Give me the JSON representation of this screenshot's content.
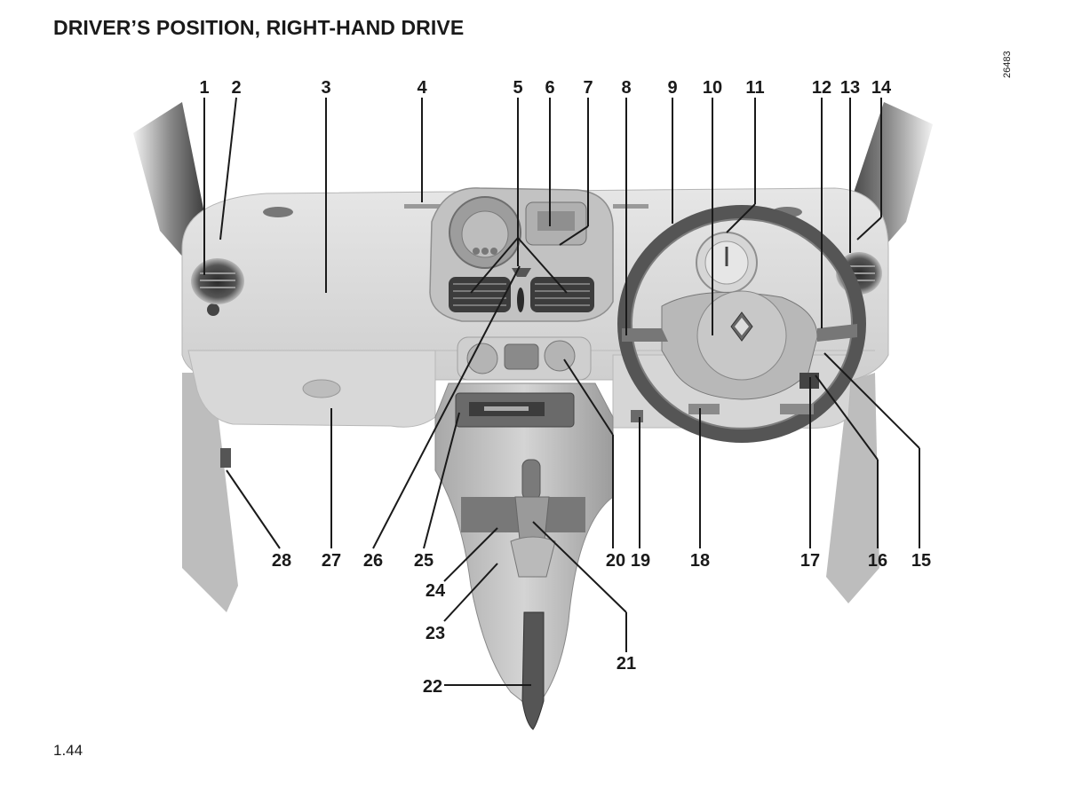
{
  "page": {
    "title": "DRIVER’S POSITION, RIGHT-HAND DRIVE",
    "page_number": "1.44",
    "figure_ref": "26483"
  },
  "callouts": {
    "c1": "1",
    "c2": "2",
    "c3": "3",
    "c4": "4",
    "c5": "5",
    "c6": "6",
    "c7": "7",
    "c8": "8",
    "c9": "9",
    "c10": "10",
    "c11": "11",
    "c12": "12",
    "c13": "13",
    "c14": "14",
    "c15": "15",
    "c16": "16",
    "c17": "17",
    "c18": "18",
    "c19": "19",
    "c20": "20",
    "c21": "21",
    "c22": "22",
    "c23": "23",
    "c24": "24",
    "c25": "25",
    "c26": "26",
    "c27": "27",
    "c28": "28"
  }
}
